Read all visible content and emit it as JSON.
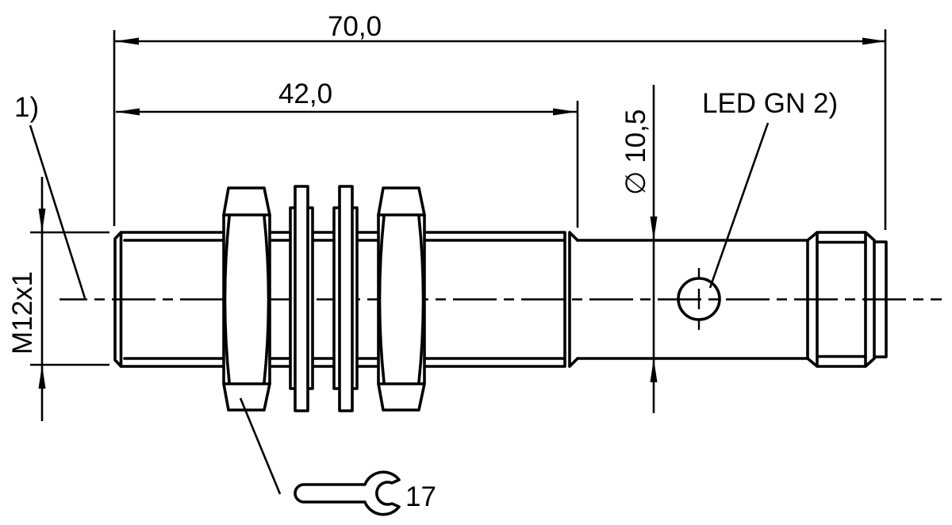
{
  "colors": {
    "line": "#000000",
    "background": "#ffffff"
  },
  "drawing": {
    "dim_total_length": "70,0",
    "dim_thread_length": "42,0",
    "thread_spec": "M12x1",
    "dim_barrel_diameter": "∅ 10,5",
    "led_label": "LED GN 2)",
    "footnote_marker": "1)",
    "wrench_size": "17"
  }
}
